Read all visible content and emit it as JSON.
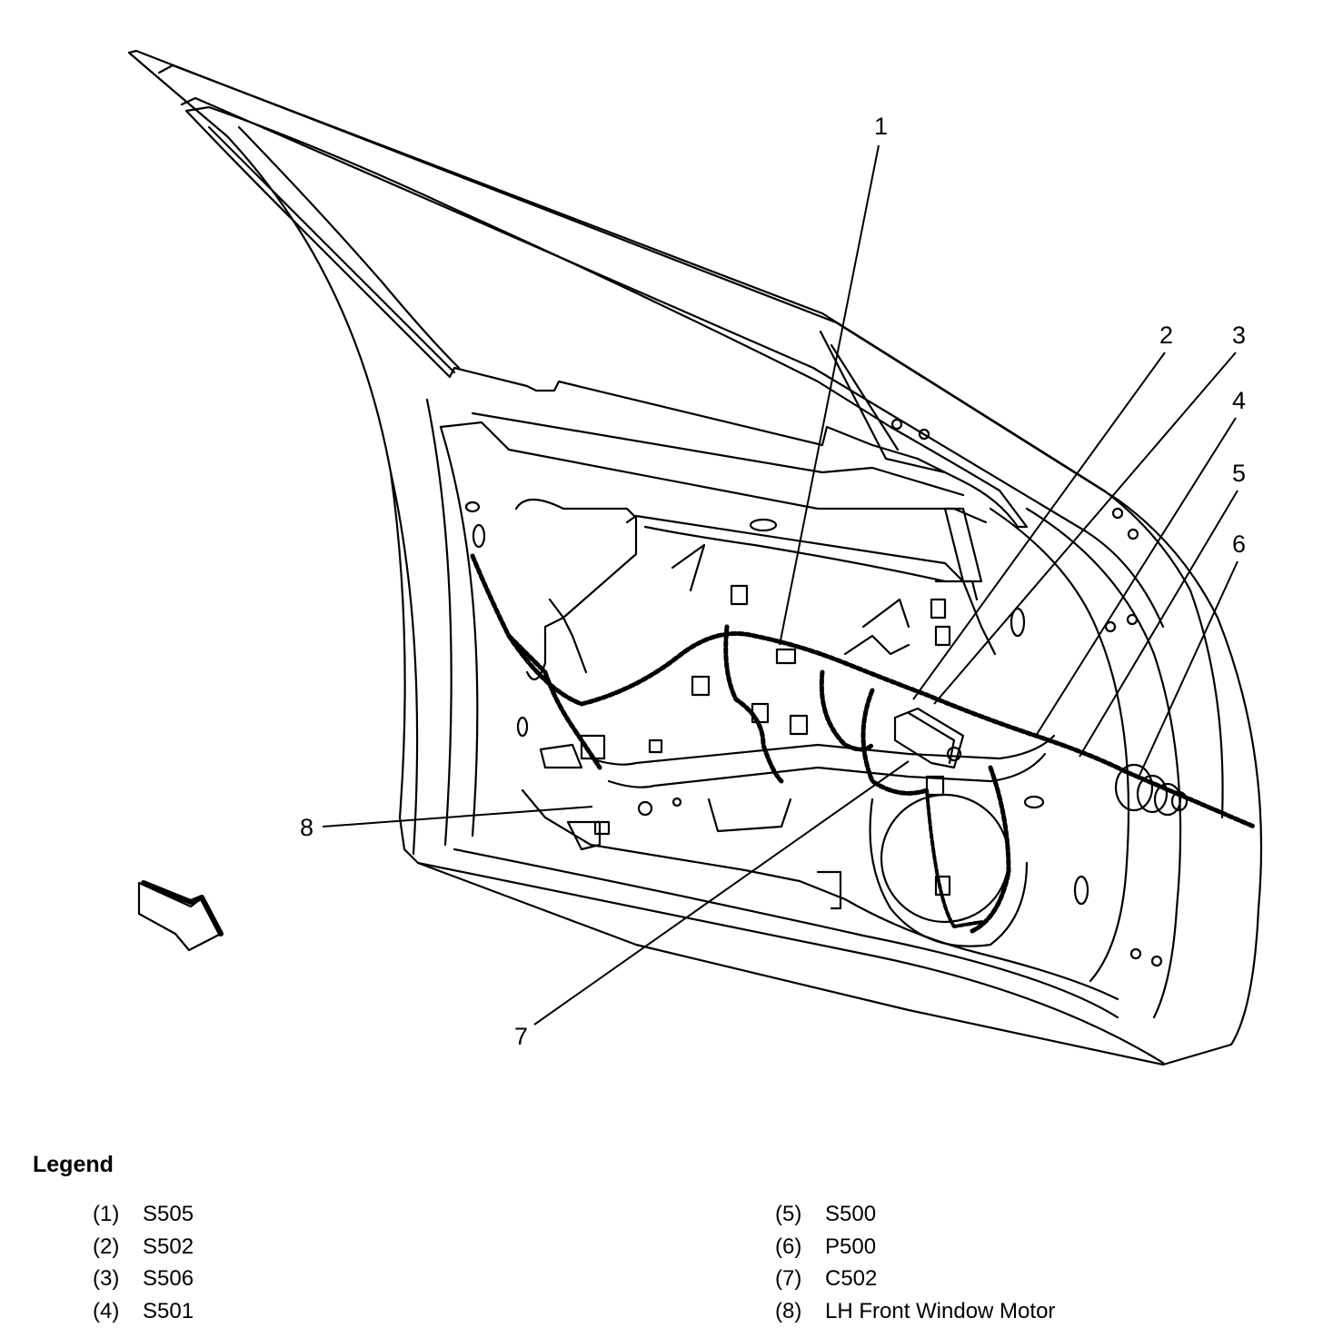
{
  "diagram": {
    "callouts": [
      "1",
      "2",
      "3",
      "4",
      "5",
      "6",
      "7",
      "8"
    ]
  },
  "legend": {
    "title": "Legend",
    "left_items": [
      {
        "num": "(1)",
        "label": "S505"
      },
      {
        "num": "(2)",
        "label": "S502"
      },
      {
        "num": "(3)",
        "label": "S506"
      },
      {
        "num": "(4)",
        "label": "S501"
      }
    ],
    "right_items": [
      {
        "num": "(5)",
        "label": "S500"
      },
      {
        "num": "(6)",
        "label": "P500"
      },
      {
        "num": "(7)",
        "label": "C502"
      },
      {
        "num": "(8)",
        "label": "LH Front Window Motor"
      }
    ]
  }
}
